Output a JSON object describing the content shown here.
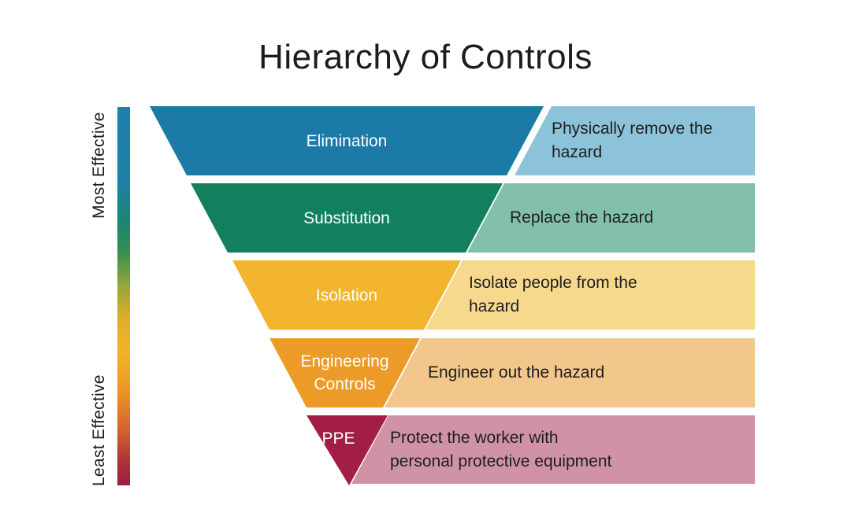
{
  "title": "Hierarchy of Controls",
  "scale": {
    "top_label": "Most Effective",
    "bottom_label": "Least Effective",
    "gradient_stops": [
      "#1e80ad 0%",
      "#1e81a4 20%",
      "#1b8575 30%",
      "#338d52 38%",
      "#93a739 47%",
      "#dfad2a 56%",
      "#f2b32a 65%",
      "#ec9627 75%",
      "#d4652e 85%",
      "#b03638 93%",
      "#9c1c40 100%"
    ]
  },
  "rows": [
    {
      "label": "Elimination",
      "description": "Physically remove the\nhazard",
      "color_dark": "#1b7aa6",
      "color_light": "#8cc3da"
    },
    {
      "label": "Substitution",
      "description": "Replace the hazard",
      "color_dark": "#12805f",
      "color_light": "#83c0ab"
    },
    {
      "label": "Isolation",
      "description": "Isolate people from the\nhazard",
      "color_dark": "#f3b42e",
      "color_light": "#f7d98e"
    },
    {
      "label": "Engineering\nControls",
      "description": "Engineer out the hazard",
      "color_dark": "#ed9b28",
      "color_light": "#f3c78b"
    },
    {
      "label": "PPE",
      "description": "Protect the worker with\npersonal protective equipment",
      "color_dark": "#a31e45",
      "color_light": "#d093a5"
    }
  ],
  "text_color": "#1e1e1e",
  "label_text_color": "#ffffff"
}
